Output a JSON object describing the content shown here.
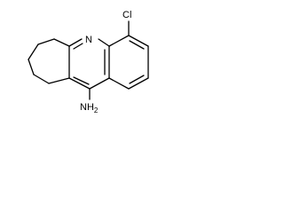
{
  "molecule": {
    "atoms": {
      "nitrogen": "N",
      "chlorine": "Cl",
      "amine": "NH",
      "amine_subscript": "2"
    }
  },
  "colors": {
    "bond": "#000000",
    "label": "#000000",
    "background": "#ffffff"
  }
}
